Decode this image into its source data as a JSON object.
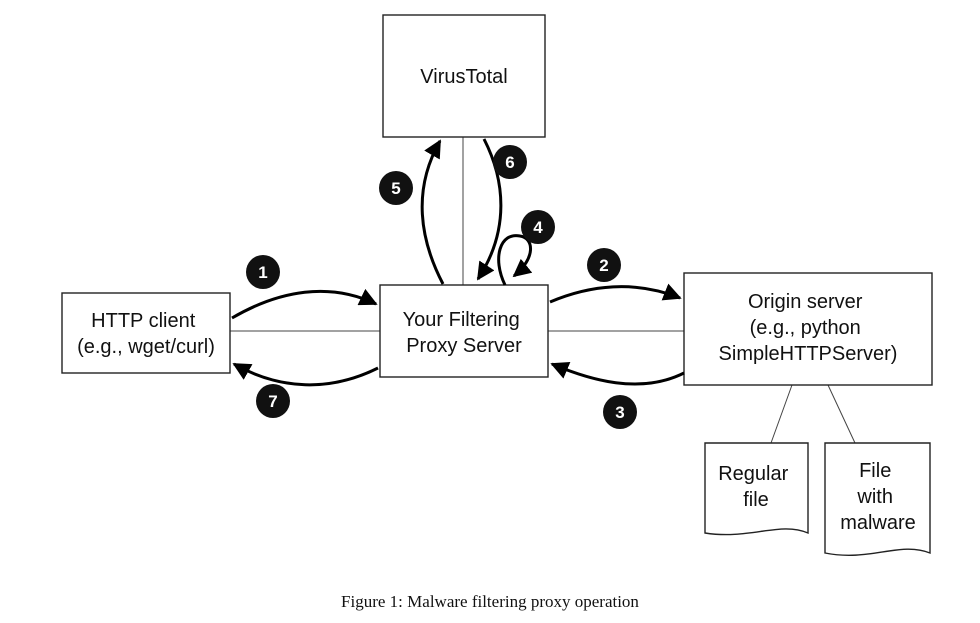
{
  "nodes": {
    "virustotal": {
      "lines": [
        "VirusTotal"
      ]
    },
    "http_client": {
      "lines": [
        "HTTP client",
        "(e.g., wget/curl)"
      ]
    },
    "proxy": {
      "lines": [
        "Your Filtering",
        "Proxy Server"
      ]
    },
    "origin": {
      "lines": [
        "Origin server",
        "(e.g., python",
        "SimpleHTTPServer)"
      ]
    },
    "regular_file": {
      "lines": [
        "Regular",
        "file"
      ]
    },
    "malware_file": {
      "lines": [
        "File",
        "with",
        "malware"
      ]
    }
  },
  "steps": [
    "1",
    "2",
    "3",
    "4",
    "5",
    "6",
    "7"
  ],
  "caption": "Figure 1: Malware filtering proxy operation"
}
